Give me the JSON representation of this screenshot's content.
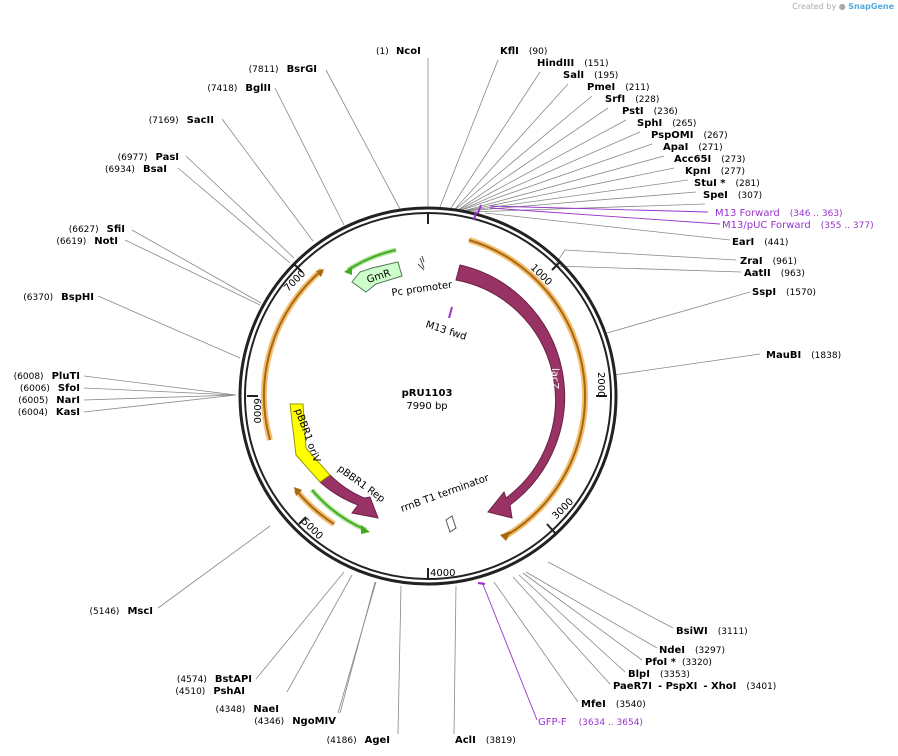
{
  "credit": {
    "prefix": "Created by",
    "brand": "SnapGene"
  },
  "plasmid": {
    "name": "pRU1103",
    "length_label": "7990 bp"
  },
  "ticks": [
    "1000",
    "2000",
    "3000",
    "4000",
    "5000",
    "6000",
    "7000"
  ],
  "features": {
    "gmr": "GmR",
    "pc_promoter": "Pc promoter",
    "m13_fwd": "M13 fwd",
    "lacz": "lacZ",
    "orv": "pBBR1 oriV",
    "rep": "pBBR1 Rep",
    "rrnb": "rrnB T1 terminator"
  },
  "sites": [
    {
      "name": "NcoI",
      "pos": "(1)"
    },
    {
      "name": "KflI",
      "pos": "(90)"
    },
    {
      "name": "HindIII",
      "pos": "(151)"
    },
    {
      "name": "SalI",
      "pos": "(195)"
    },
    {
      "name": "PmeI",
      "pos": "(211)"
    },
    {
      "name": "SrfI",
      "pos": "(228)"
    },
    {
      "name": "PstI",
      "pos": "(236)"
    },
    {
      "name": "SphI",
      "pos": "(265)"
    },
    {
      "name": "PspOMI",
      "pos": "(267)"
    },
    {
      "name": "ApaI",
      "pos": "(271)"
    },
    {
      "name": "Acc65I",
      "pos": "(273)"
    },
    {
      "name": "KpnI",
      "pos": "(277)"
    },
    {
      "name": "StuI *",
      "pos": "(281)"
    },
    {
      "name": "SpeI",
      "pos": "(307)"
    },
    {
      "name": "EarI",
      "pos": "(441)"
    },
    {
      "name": "ZraI",
      "pos": "(961)"
    },
    {
      "name": "AatII",
      "pos": "(963)"
    },
    {
      "name": "SspI",
      "pos": "(1570)"
    },
    {
      "name": "MauBI",
      "pos": "(1838)"
    },
    {
      "name": "BsiWI",
      "pos": "(3111)"
    },
    {
      "name": "NdeI",
      "pos": "(3297)"
    },
    {
      "name": "PfoI *",
      "pos": "(3320)"
    },
    {
      "name": "BlpI",
      "pos": "(3353)"
    },
    {
      "name": "PaeR7I",
      "pos": ""
    },
    {
      "name": "- PspXI",
      "pos": ""
    },
    {
      "name": "- XhoI",
      "pos": "(3401)"
    },
    {
      "name": "MfeI",
      "pos": "(3540)"
    },
    {
      "name": "AclI",
      "pos": "(3819)"
    },
    {
      "name": "AgeI",
      "pos": "(4186)"
    },
    {
      "name": "NgoMIV",
      "pos": "(4346)"
    },
    {
      "name": "NaeI",
      "pos": "(4348)"
    },
    {
      "name": "PshAI",
      "pos": "(4510)"
    },
    {
      "name": "BstAPI",
      "pos": "(4574)"
    },
    {
      "name": "MscI",
      "pos": "(5146)"
    },
    {
      "name": "KasI",
      "pos": "(6004)"
    },
    {
      "name": "NarI",
      "pos": "(6005)"
    },
    {
      "name": "SfoI",
      "pos": "(6006)"
    },
    {
      "name": "PluTI",
      "pos": "(6008)"
    },
    {
      "name": "BspHI",
      "pos": "(6370)"
    },
    {
      "name": "NotI",
      "pos": "(6619)"
    },
    {
      "name": "SfiI",
      "pos": "(6627)"
    },
    {
      "name": "BsaI",
      "pos": "(6934)"
    },
    {
      "name": "PasI",
      "pos": "(6977)"
    },
    {
      "name": "SacII",
      "pos": "(7169)"
    },
    {
      "name": "BglII",
      "pos": "(7418)"
    },
    {
      "name": "BsrGI",
      "pos": "(7811)"
    }
  ],
  "primers": [
    {
      "name": "M13 Forward",
      "range": "(346 .. 363)"
    },
    {
      "name": "M13/pUC Forward",
      "range": "(355 .. 377)"
    },
    {
      "name": "GFP-F",
      "range": "(3634 .. 3654)"
    }
  ],
  "colors": {
    "backbone": "#222222",
    "lacz": "#993366",
    "rep": "#993366",
    "orv": "#ffff00",
    "gmr": "#ccffcc",
    "orf": "#cc8822",
    "primer": "#9933cc",
    "leader": "#888888"
  }
}
